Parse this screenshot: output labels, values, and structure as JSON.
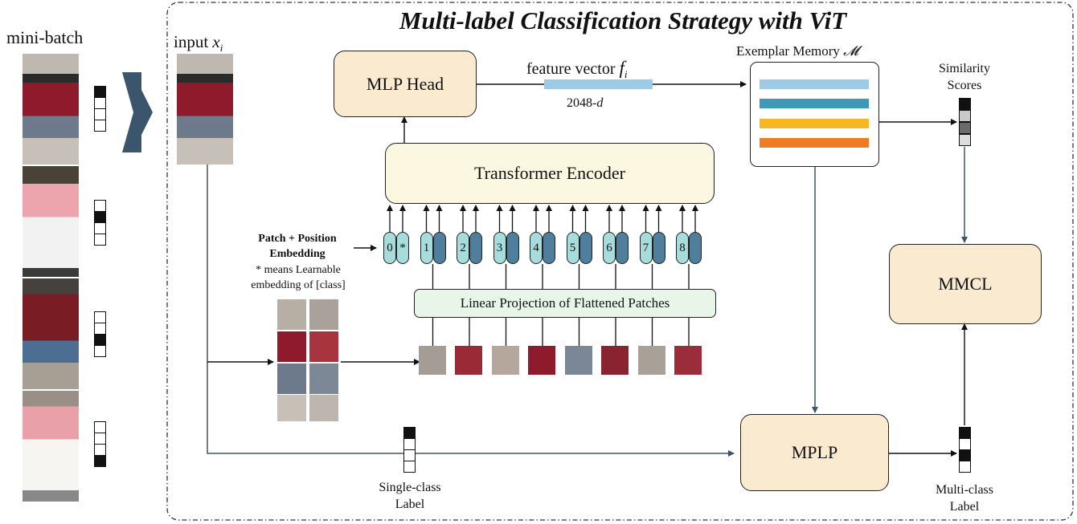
{
  "title": "Multi-label Classification Strategy with ViT",
  "mini_batch_label": "mini-batch",
  "input_label": "input",
  "input_var": "x",
  "input_sub": "i",
  "mlp_head": "MLP Head",
  "feature_vector_label": "feature vector",
  "feature_var": "f",
  "feature_sub": "i",
  "dim_prefix": "2048-",
  "dim_suffix": "d",
  "memory_label": "Exemplar Memory",
  "memory_var": "𝓜",
  "similarity_label_1": "Similarity",
  "similarity_label_2": "Scores",
  "transformer": "Transformer Encoder",
  "patch_embed_1": "Patch + Position",
  "patch_embed_2": "Embedding",
  "learnable_1": "* means Learnable",
  "learnable_2": "embedding of [class]",
  "linear_projection": "Linear Projection of Flattened Patches",
  "tokens": [
    "0",
    "1",
    "2",
    "3",
    "4",
    "5",
    "6",
    "7",
    "8"
  ],
  "class_token_mark": "*",
  "mmcl": "MMCL",
  "mplp": "MPLP",
  "single_class_1": "Single-class",
  "single_class_2": "Label",
  "multi_class_1": "Multi-class",
  "multi_class_2": "Label",
  "colors": {
    "memory_rows": [
      "#9ccbe7",
      "#3d99b5",
      "#f6b722",
      "#ef7b22"
    ],
    "feature_bar": "#9ccbe7",
    "arrow_teal": "#3b566c",
    "box_tan": "#f9ead0",
    "box_cream": "#fcf7e1",
    "box_mint": "#e8f6ea",
    "token_light": "#a6dcdc",
    "token_dark": "#4f7f9c"
  }
}
